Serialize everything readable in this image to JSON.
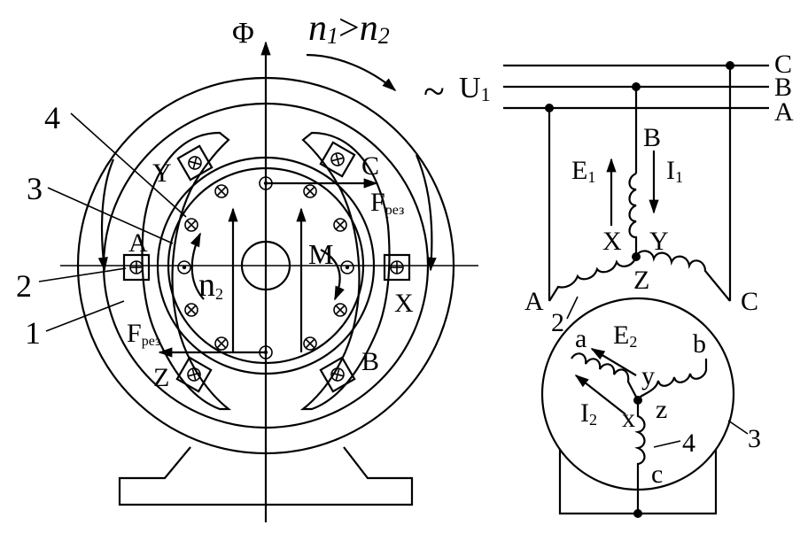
{
  "labels": {
    "phi": "Φ",
    "speed_n1": "n",
    "speed_sub1": "1",
    "speed_rel": ">",
    "speed_n2": "n",
    "speed_sub2": "2",
    "tilde": "~",
    "u1": "U",
    "u1_sub": "1",
    "bus_c": "C",
    "bus_b": "B",
    "bus_a": "A",
    "pos1": "1",
    "pos2": "2",
    "pos3": "3",
    "pos4": "4",
    "stator_y": "Y",
    "stator_c": "C",
    "stator_a": "A",
    "stator_x": "X",
    "stator_z": "Z",
    "stator_b": "B",
    "f_upper": "F",
    "f_upper_sub": "рез",
    "f_lower": "F",
    "f_lower_sub": "рез",
    "torque_m": "M",
    "rotor_n": "n",
    "rotor_n_sub": "2",
    "wy_b": "B",
    "wy_e": "E",
    "wy_e_sub": "1",
    "wy_i": "I",
    "wy_i_sub": "1",
    "wy_x": "X",
    "wy_y": "Y",
    "wy_z": "Z",
    "wy_a": "A",
    "wy_c": "C",
    "wy_2": "2",
    "r_a": "a",
    "r_b": "b",
    "r_e": "E",
    "r_e_sub": "2",
    "r_y": "y",
    "r_i": "I",
    "r_i_sub": "2",
    "r_x": "x",
    "r_z": "z",
    "r_4": "4",
    "r_3": "3",
    "r_c": "c"
  }
}
